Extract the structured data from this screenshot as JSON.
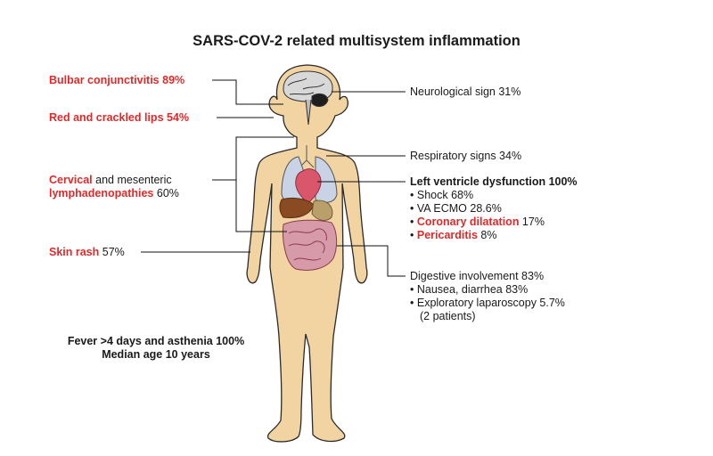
{
  "title": "SARS-COV-2 related multisystem inflammation",
  "left_labels": {
    "bulbar": {
      "name": "Bulbar conjunctivitis",
      "pct": "89%"
    },
    "lips": {
      "name": "Red and crackled lips",
      "pct": "54%"
    },
    "lymph": {
      "red1": "Cervical",
      "mid": " and mesenteric",
      "red2": "lymphadenopathies",
      "pct": " 60%"
    },
    "rash": {
      "name": "Skin rash",
      "pct": " 57%"
    }
  },
  "right_labels": {
    "neuro": "Neurological sign 31%",
    "resp": "Respiratory signs 34%",
    "lvd": {
      "title": "Left ventricle dysfunction 100%",
      "shock": "Shock 68%",
      "vaecmo": "VA ECMO 28.6%",
      "coronary": {
        "name": "Coronary dilatation",
        "pct": " 17%"
      },
      "pericarditis": {
        "name": "Pericarditis",
        "pct": " 8%"
      }
    },
    "digestive": {
      "title": "Digestive involvement 83%",
      "nausea": "Nausea, diarrhea 83%",
      "laparoscopy": "Exploratory laparoscopy 5.7%",
      "patients": "(2 patients)"
    }
  },
  "footer": {
    "line1": "Fever >4 days and asthenia 100%",
    "line2": "Median age 10 years"
  }
}
